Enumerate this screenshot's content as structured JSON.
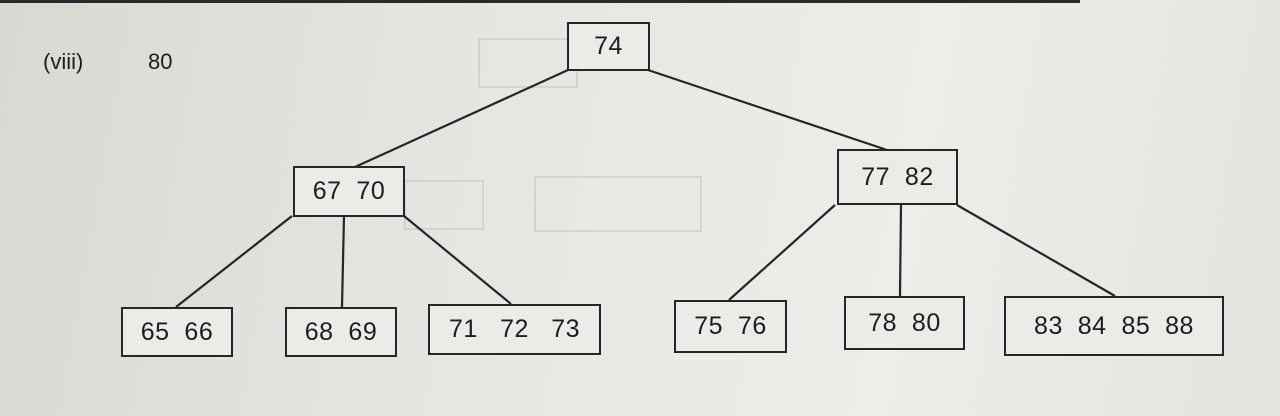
{
  "label": {
    "index": "(viii)",
    "value": "80"
  },
  "tree": {
    "nodes": [
      {
        "id": "n74",
        "text": "74"
      },
      {
        "id": "n67_70",
        "text": "67  70"
      },
      {
        "id": "n77_82",
        "text": "77  82"
      },
      {
        "id": "n65_66",
        "text": "65  66"
      },
      {
        "id": "n68_69",
        "text": "68  69"
      },
      {
        "id": "n71_72_73",
        "text": "71   72   73"
      },
      {
        "id": "n75_76",
        "text": "75  76"
      },
      {
        "id": "n78_80",
        "text": "78  80"
      },
      {
        "id": "n83_84_85_88",
        "text": "83  84  85  88"
      }
    ],
    "edges": [
      [
        "n74",
        "n67_70"
      ],
      [
        "n74",
        "n77_82"
      ],
      [
        "n67_70",
        "n65_66"
      ],
      [
        "n67_70",
        "n68_69"
      ],
      [
        "n67_70",
        "n71_72_73"
      ],
      [
        "n77_82",
        "n75_76"
      ],
      [
        "n77_82",
        "n78_80"
      ],
      [
        "n77_82",
        "n83_84_85_88"
      ]
    ]
  },
  "colors": {
    "ink": "#262626",
    "paper": "#e6e5e1"
  }
}
